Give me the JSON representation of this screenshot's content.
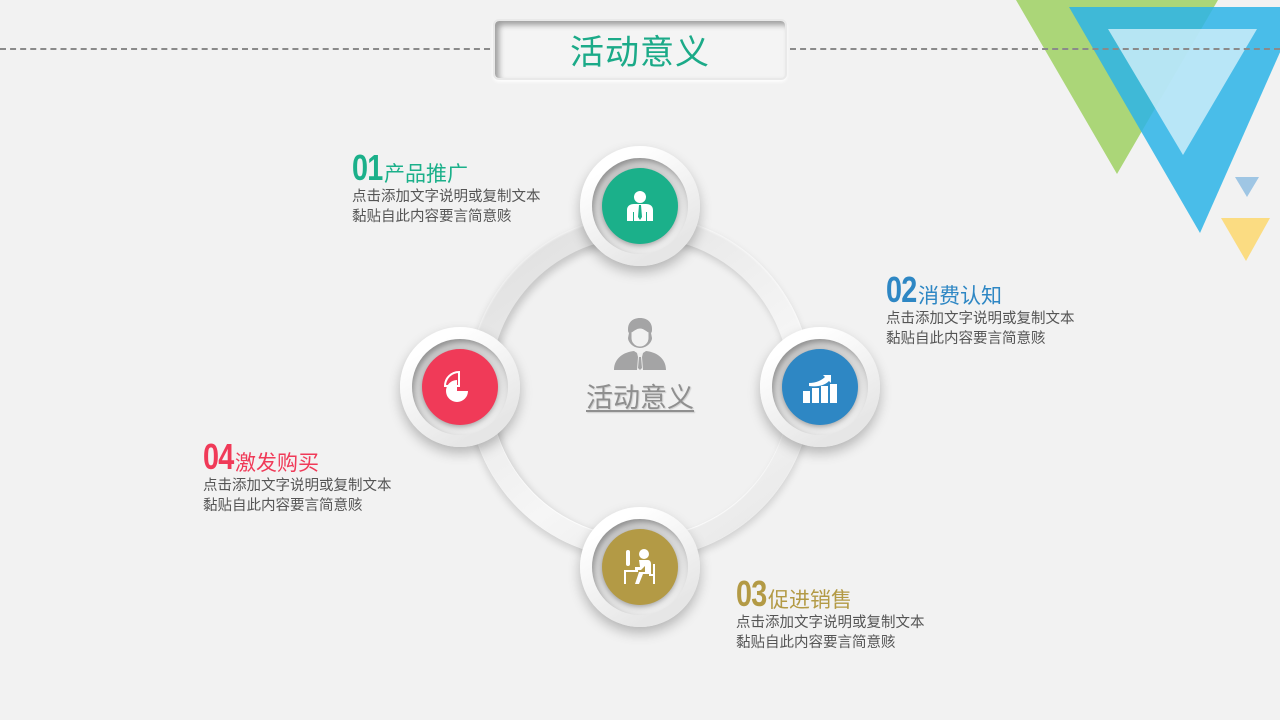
{
  "title": "活动意义",
  "center": {
    "label": "活动意义",
    "icon": "businessman-icon"
  },
  "colors": {
    "green": "#1bb08a",
    "blue": "#2e87c4",
    "gold": "#b39a45",
    "red": "#f03a58",
    "background": "#f2f2f2"
  },
  "items": [
    {
      "number": "01",
      "title": "产品推广",
      "description": "点击添加文字说明或复制文本黏贴自此内容要言简意赅",
      "icon": "user-icon",
      "color": "#1bb08a"
    },
    {
      "number": "02",
      "title": "消费认知",
      "description": "点击添加文字说明或复制文本黏贴自此内容要言简意赅",
      "icon": "growth-chart-icon",
      "color": "#2e87c4"
    },
    {
      "number": "03",
      "title": "促进销售",
      "description": "点击添加文字说明或复制文本黏贴自此内容要言简意赅",
      "icon": "desk-worker-icon",
      "color": "#b39a45"
    },
    {
      "number": "04",
      "title": "激发购买",
      "description": "点击添加文字说明或复制文本黏贴自此内容要言简意赅",
      "icon": "pie-chart-icon",
      "color": "#f03a58"
    }
  ]
}
